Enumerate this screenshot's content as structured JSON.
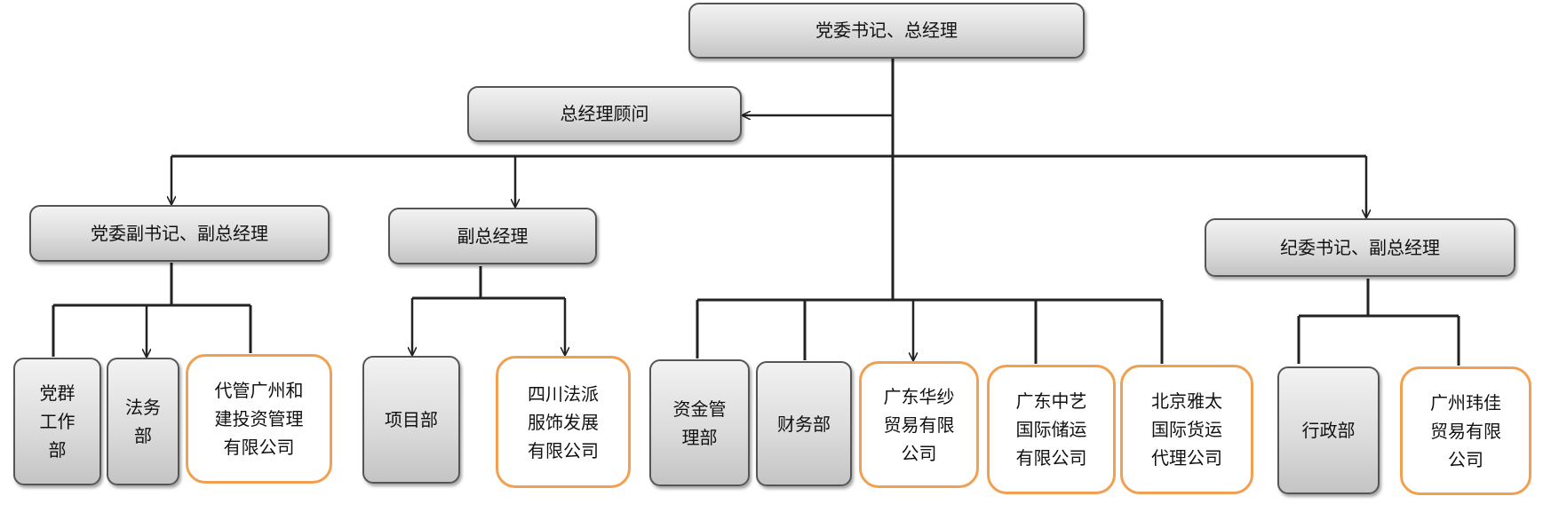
{
  "nodes": {
    "secretary_gm": "党委书记、总经理",
    "gm_advisor": "总经理顾问",
    "deputy_secretary": "党委副书记、副总经理",
    "deputy_gm": "副总经理",
    "discipline_secretary": "纪委书记、副总经理",
    "dangqun": "党群\n工作\n部",
    "legal": "法务\n部",
    "guangzhou_hejian": "代管广州和\n建投资管理\n有限公司",
    "projects": "项目部",
    "sichuan_fapai": "四川法派\n服饰发展\n有限公司",
    "treasury": "资金管\n理部",
    "finance": "财务部",
    "guangdong_huasha": "广东华纱\n贸易有限\n公司",
    "guangdong_zhongyi": "广东中艺\n国际储运\n有限公司",
    "beijing_yatai": "北京雅太\n国际货运\n代理公司",
    "admin": "行政部",
    "guangzhou_weijia": "广州玮佳\n贸易有限\n公司"
  },
  "colors": {
    "box_border": "#555555",
    "box_fill_top": "#f2f2f2",
    "box_fill_bottom": "#c4c4c4",
    "subsidiary_border": "#f0a050",
    "line": "#222222"
  }
}
